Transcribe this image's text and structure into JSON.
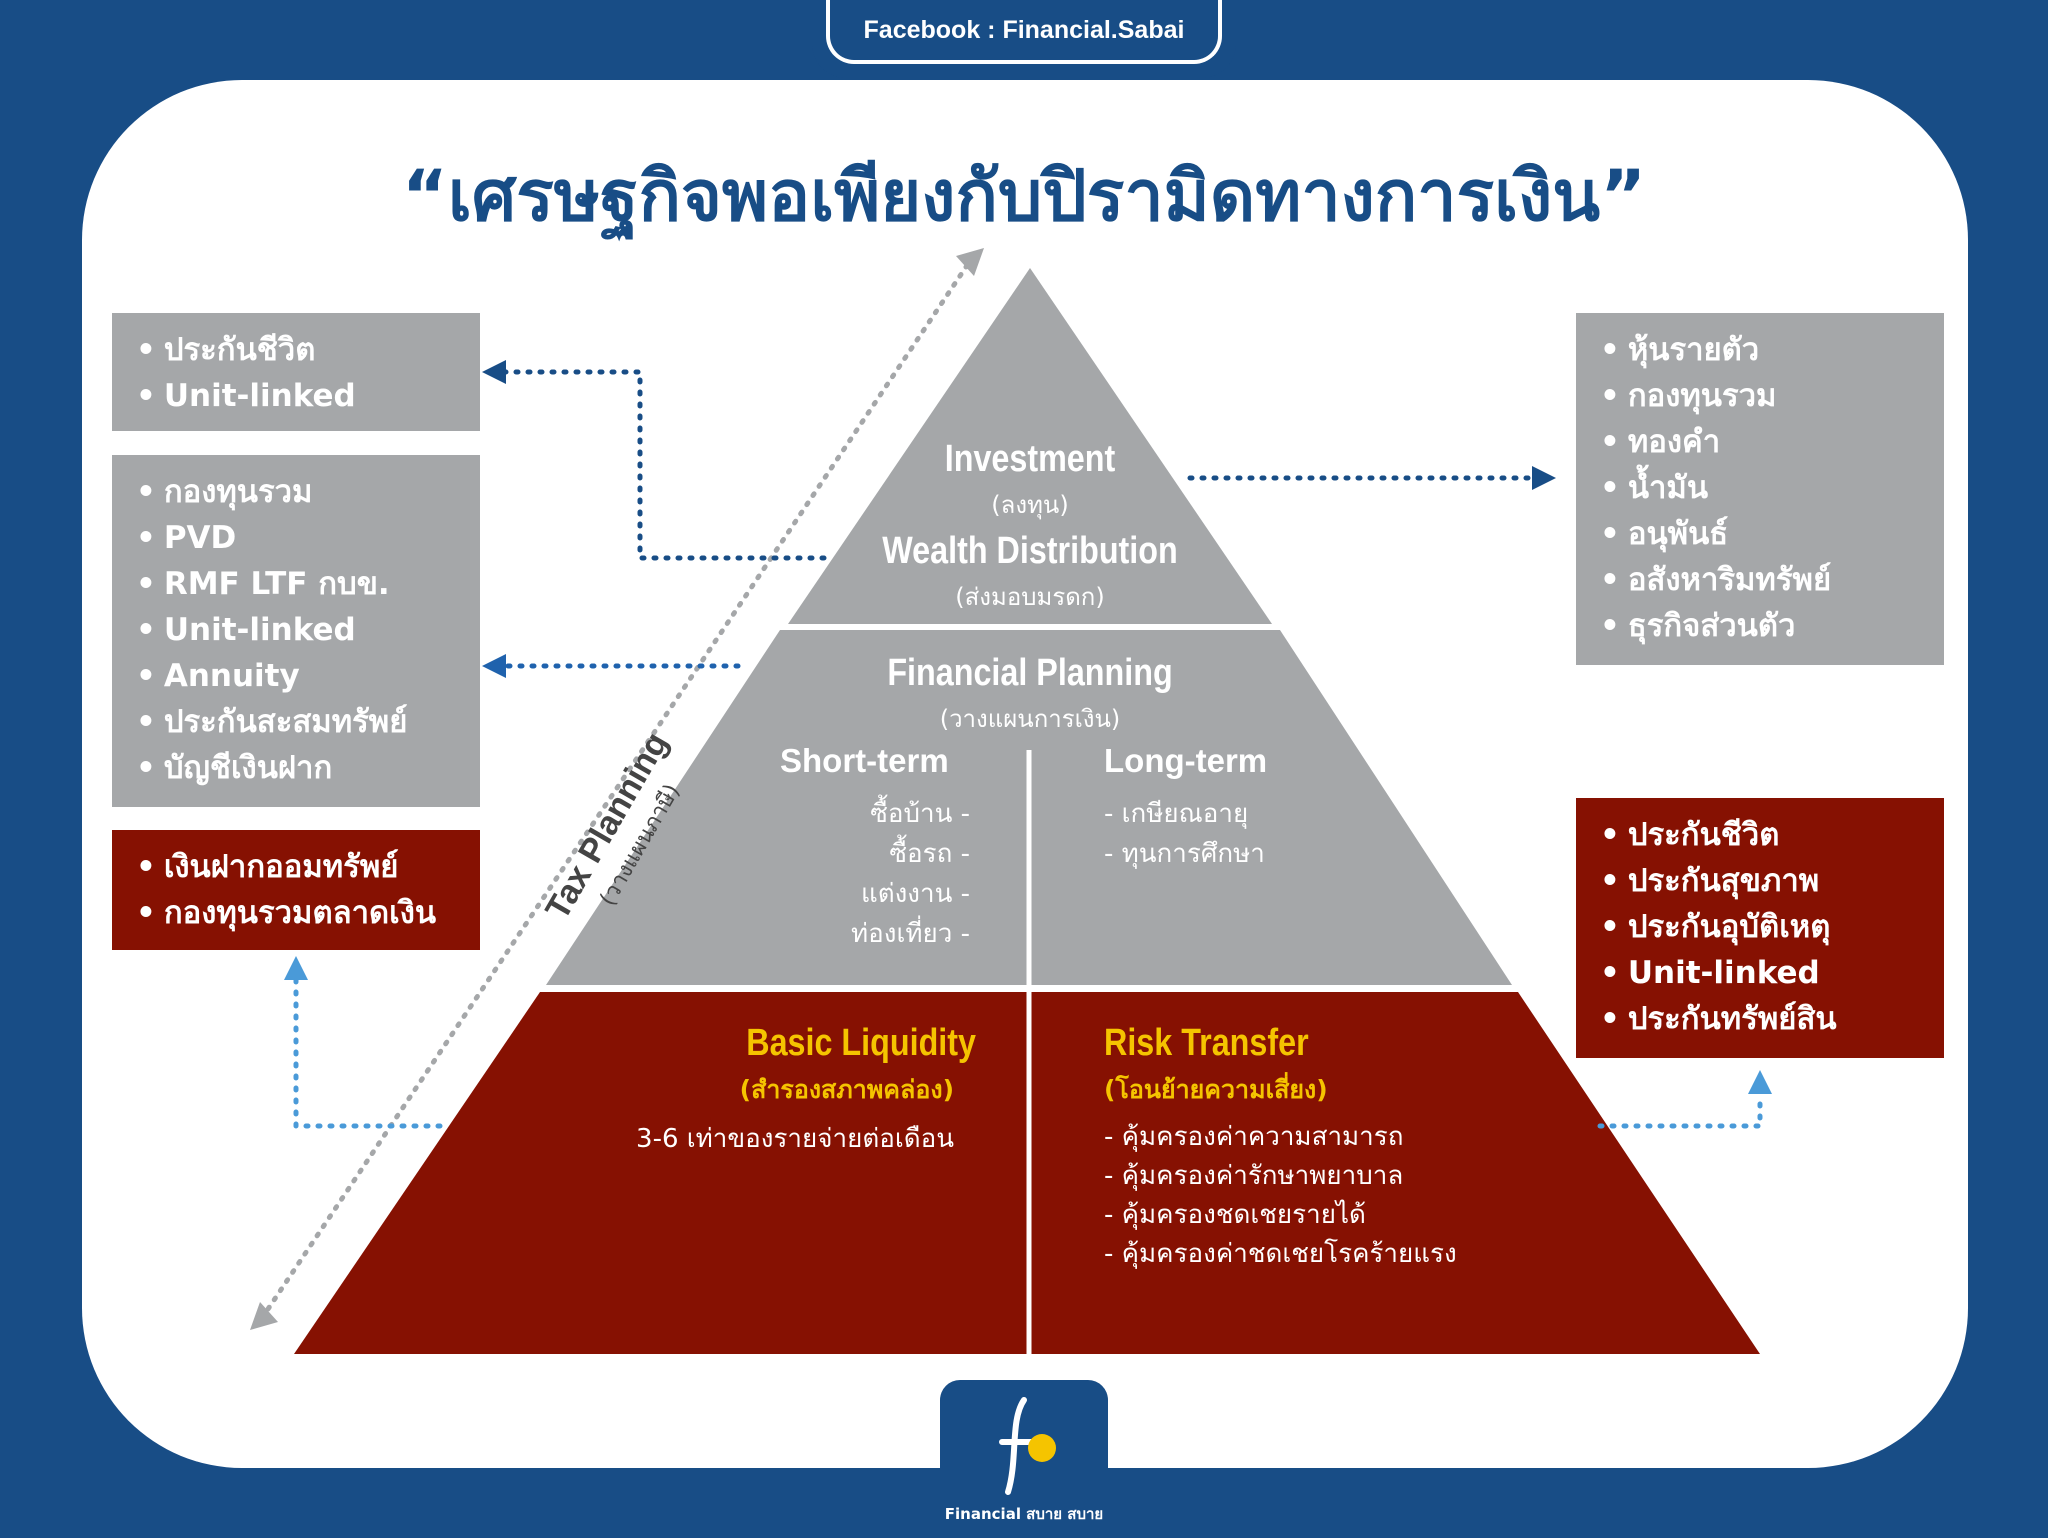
{
  "header": {
    "facebook_label": "Facebook : Financial.Sabai"
  },
  "title": "“เศรษฐกิจพอเพียงกับปิรามิดทางการเงิน”",
  "pyramid": {
    "top": {
      "investment": "Investment",
      "investment_sub": "(ลงทุน)",
      "wealth": "Wealth Distribution",
      "wealth_sub": "(ส่งมอบมรดก)"
    },
    "middle": {
      "title": "Financial Planning",
      "subtitle": "(วางแผนการเงิน)",
      "short_term": "Short-term",
      "short_items": [
        "ซื้อบ้าน -",
        "ซื้อรถ -",
        "แต่งงาน -",
        "ท่องเที่ยว -"
      ],
      "long_term": "Long-term",
      "long_items": [
        "- เกษียณอายุ",
        "- ทุนการศึกษา"
      ]
    },
    "bottom_left": {
      "title": "Basic Liquidity",
      "subtitle": "(สำรองสภาพคล่อง)",
      "text": "3-6 เท่าของรายจ่ายต่อเดือน"
    },
    "bottom_right": {
      "title": "Risk Transfer",
      "subtitle": "(โอนย้ายความเสี่ยง)",
      "items": [
        "- คุ้มครองค่าความสามารถ",
        "- คุ้มครองค่ารักษาพยาบาล",
        "- คุ้มครองชดเชยรายได้",
        "- คุ้มครองค่าชดเชยโรคร้ายแรง"
      ]
    }
  },
  "tax_planning": {
    "label": "Tax Planning",
    "sub": "(วางแผนภาษี)"
  },
  "left_boxes": {
    "box1": [
      "ประกันชีวิต",
      "Unit-linked"
    ],
    "box2": [
      "กองทุนรวม",
      "PVD",
      "RMF LTF กบข.",
      "Unit-linked",
      "Annuity",
      "ประกันสะสมทรัพย์",
      "บัญชีเงินฝาก"
    ],
    "box3": [
      "เงินฝากออมทรัพย์",
      "กองทุนรวมตลาดเงิน"
    ]
  },
  "right_boxes": {
    "box1": [
      "หุ้นรายตัว",
      "กองทุนรวม",
      "ทองคำ",
      "น้ำมัน",
      "อนุพันธ์",
      "อสังหาริมทรัพย์",
      "ธุรกิจส่วนตัว"
    ],
    "box2": [
      "ประกันชีวิต",
      "ประกันสุขภาพ",
      "ประกันอุบัติเหตุ",
      "Unit-linked",
      "ประกันทรัพย์สิน"
    ]
  },
  "logo": {
    "text": "Financial สบาย สบาย"
  },
  "colors": {
    "navy": "#184d86",
    "gray": "#a5a7a9",
    "red": "#861102",
    "gold": "#f5c400",
    "light_blue": "#4a9ad8"
  }
}
